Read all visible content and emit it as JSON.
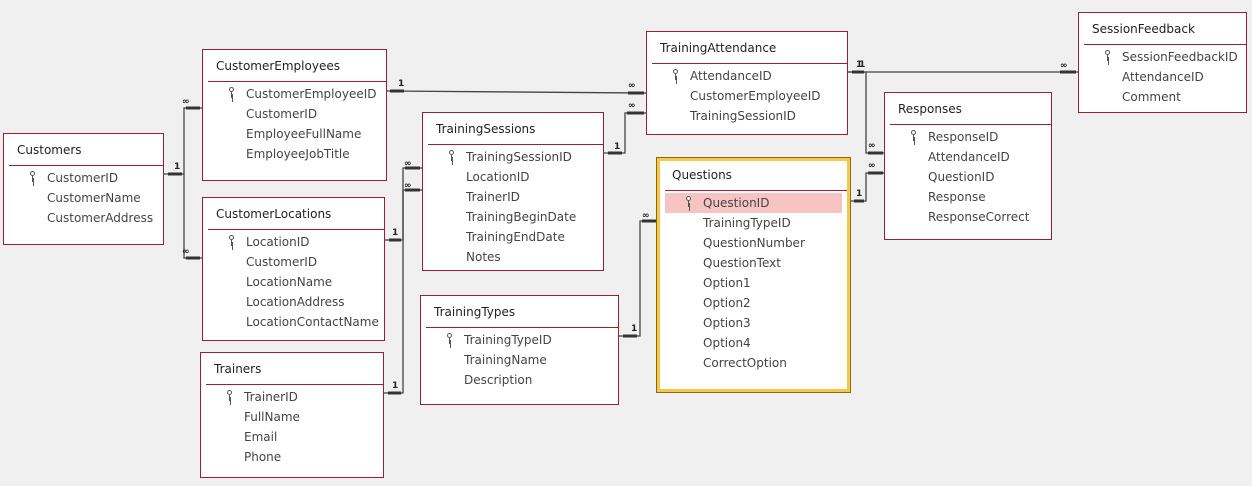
{
  "tables": {
    "customers": {
      "title": "Customers",
      "fields": [
        {
          "name": "CustomerID",
          "key": true
        },
        {
          "name": "CustomerName",
          "key": false
        },
        {
          "name": "CustomerAddress",
          "key": false
        }
      ]
    },
    "customer_employees": {
      "title": "CustomerEmployees",
      "fields": [
        {
          "name": "CustomerEmployeeID",
          "key": true
        },
        {
          "name": "CustomerID",
          "key": false
        },
        {
          "name": "EmployeeFullName",
          "key": false
        },
        {
          "name": "EmployeeJobTitle",
          "key": false
        }
      ]
    },
    "customer_locations": {
      "title": "CustomerLocations",
      "fields": [
        {
          "name": "LocationID",
          "key": true
        },
        {
          "name": "CustomerID",
          "key": false
        },
        {
          "name": "LocationName",
          "key": false
        },
        {
          "name": "LocationAddress",
          "key": false
        },
        {
          "name": "LocationContactName",
          "key": false
        }
      ]
    },
    "trainers": {
      "title": "Trainers",
      "fields": [
        {
          "name": "TrainerID",
          "key": true
        },
        {
          "name": "FullName",
          "key": false
        },
        {
          "name": "Email",
          "key": false
        },
        {
          "name": "Phone",
          "key": false
        }
      ]
    },
    "training_sessions": {
      "title": "TrainingSessions",
      "fields": [
        {
          "name": "TrainingSessionID",
          "key": true
        },
        {
          "name": "LocationID",
          "key": false
        },
        {
          "name": "TrainerID",
          "key": false
        },
        {
          "name": "TrainingBeginDate",
          "key": false
        },
        {
          "name": "TrainingEndDate",
          "key": false
        },
        {
          "name": "Notes",
          "key": false
        }
      ]
    },
    "training_types": {
      "title": "TrainingTypes",
      "fields": [
        {
          "name": "TrainingTypeID",
          "key": true
        },
        {
          "name": "TrainingName",
          "key": false
        },
        {
          "name": "Description",
          "key": false
        }
      ]
    },
    "training_attendance": {
      "title": "TrainingAttendance",
      "fields": [
        {
          "name": "AttendanceID",
          "key": true
        },
        {
          "name": "CustomerEmployeeID",
          "key": false
        },
        {
          "name": "TrainingSessionID",
          "key": false
        }
      ]
    },
    "questions": {
      "title": "Questions",
      "fields": [
        {
          "name": "QuestionID",
          "key": true
        },
        {
          "name": "TrainingTypeID",
          "key": false
        },
        {
          "name": "QuestionNumber",
          "key": false
        },
        {
          "name": "QuestionText",
          "key": false
        },
        {
          "name": "Option1",
          "key": false
        },
        {
          "name": "Option2",
          "key": false
        },
        {
          "name": "Option3",
          "key": false
        },
        {
          "name": "Option4",
          "key": false
        },
        {
          "name": "CorrectOption",
          "key": false
        }
      ]
    },
    "responses": {
      "title": "Responses",
      "fields": [
        {
          "name": "ResponseID",
          "key": true
        },
        {
          "name": "AttendanceID",
          "key": false
        },
        {
          "name": "QuestionID",
          "key": false
        },
        {
          "name": "Response",
          "key": false
        },
        {
          "name": "ResponseCorrect",
          "key": false
        }
      ]
    },
    "session_feedback": {
      "title": "SessionFeedback",
      "fields": [
        {
          "name": "SessionFeedbackID",
          "key": true
        },
        {
          "name": "AttendanceID",
          "key": false
        },
        {
          "name": "Comment",
          "key": false
        }
      ]
    }
  },
  "cardinality": {
    "one": "1",
    "many": "∞"
  },
  "colors": {
    "background": "#f0f0f0",
    "table_border": "#9c1f2e",
    "selected_border": "#f5c84a",
    "selected_field": "#f7c4c4",
    "relationship_line": "#444444"
  }
}
